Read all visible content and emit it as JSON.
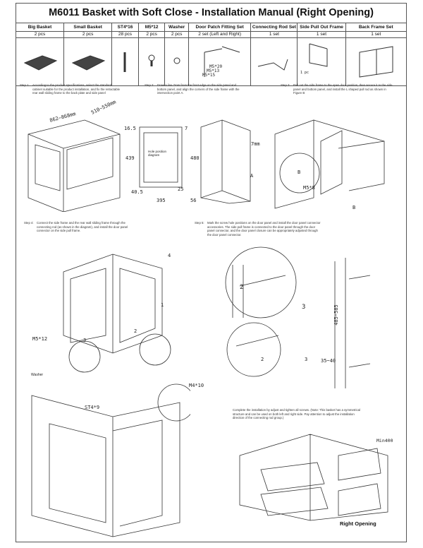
{
  "title": "M6011 Basket with Soft Close - Installation Manual (Right Opening)",
  "parts": [
    {
      "name": "Big Basket",
      "qty": "2 pcs"
    },
    {
      "name": "Small Basket",
      "qty": "2 pcs"
    },
    {
      "name": "ST4*16",
      "qty": "28 pcs"
    },
    {
      "name": "M5*12",
      "qty": "2 pcs"
    },
    {
      "name": "Washer",
      "qty": "2 pcs"
    },
    {
      "name": "Door Patch Fitting Set",
      "qty": "2 set (Left and Right)"
    },
    {
      "name": "Connecting Rod Set",
      "qty": "1 set"
    },
    {
      "name": "Side Pull Out Frame",
      "qty": "1 set"
    },
    {
      "name": "Back Frame Set",
      "qty": "1 set"
    }
  ],
  "door_patch_labels": [
    "M5*20",
    "M5*13",
    "M5*15"
  ],
  "side_frame_extra": "1 pc",
  "steps": [
    {
      "num": "Step 1:",
      "text": "According to the product specifications, select the standard cabinet suitable for the product installation, and fix the retractable rear wall sliding frame to the back plate and side panel"
    },
    {
      "num": "Step 2:",
      "text": "Draw a line 7mm from the front edge on the side panel and bottom panel, and align the corners of the side frame with the intersection point A."
    },
    {
      "num": "Step 3:",
      "text": "Pull out the side frame to the open door position, then secure it to the side panel and bottom panel, and install the L shaped pull rod as shown in Figure B"
    },
    {
      "num": "Step 4:",
      "text": "Connect the side frame and the rear wall sliding frame through the connecting rod (as shown in the diagram), and install the door panel connector on the side pull frame."
    },
    {
      "num": "Step 5:",
      "text": "Mark the screw hole positions on the door panel and install the door panel connector accessories. The side pull frame is connected to the door panel through the door panel connector, and the door panel closure can be appropriately adjusted through the door panel connector."
    },
    {
      "num": "",
      "text": "Complete the installation by adjust and tighten all screws. (Note: This basket has a symmetrical structure and can be used on both left and right side. Pay attention to adjust the installation direction of the connecting rod group.)"
    }
  ],
  "dims": {
    "d1": "862~868mm",
    "d2": "510~550mm",
    "d3": "16.5",
    "d4": "7",
    "d5": "439",
    "d6": "480",
    "d7": "40.5",
    "d8": "25",
    "d9": "395",
    "d10": "56",
    "hole": "Hole position diagram",
    "d11": "7mm",
    "a": "A",
    "b1": "B",
    "b2": "B",
    "m58": "M5*8",
    "n4": "4",
    "m512": "M5*12",
    "n3": "3",
    "n2": "2",
    "n1": "1",
    "washer": "Washer",
    "n2b": "2",
    "n3b": "3",
    "n2c": "2",
    "n3c": "3",
    "r1": "485~585",
    "r2": "35~40",
    "m410": "M4*10",
    "st49": "ST4*9",
    "min": "Min400"
  },
  "final_caption": "Right Opening"
}
